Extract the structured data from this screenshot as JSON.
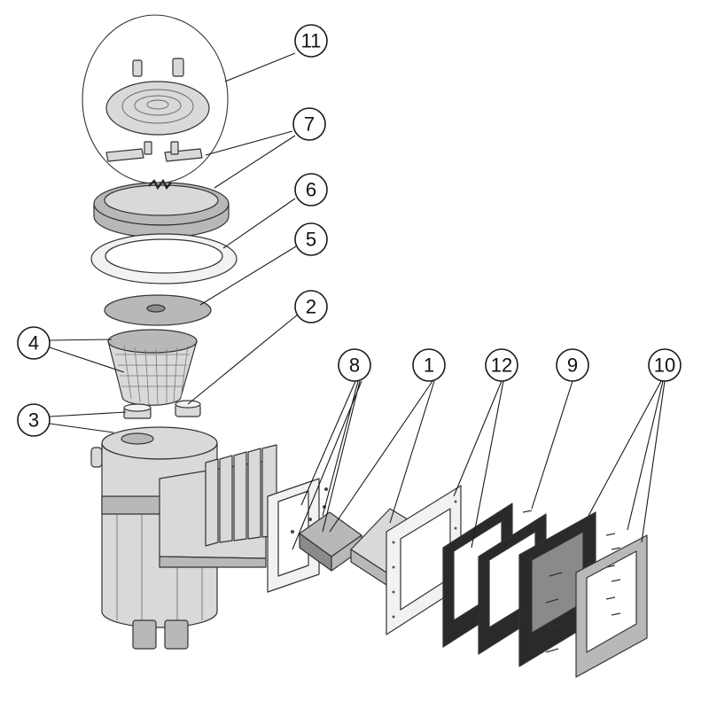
{
  "diagram": {
    "callouts": [
      {
        "id": "11",
        "label": "11"
      },
      {
        "id": "7",
        "label": "7"
      },
      {
        "id": "6",
        "label": "6"
      },
      {
        "id": "5",
        "label": "5"
      },
      {
        "id": "2",
        "label": "2"
      },
      {
        "id": "4",
        "label": "4"
      },
      {
        "id": "3",
        "label": "3"
      },
      {
        "id": "8",
        "label": "8"
      },
      {
        "id": "1",
        "label": "1"
      },
      {
        "id": "12",
        "label": "12"
      },
      {
        "id": "9",
        "label": "9"
      },
      {
        "id": "10",
        "label": "10"
      }
    ]
  }
}
